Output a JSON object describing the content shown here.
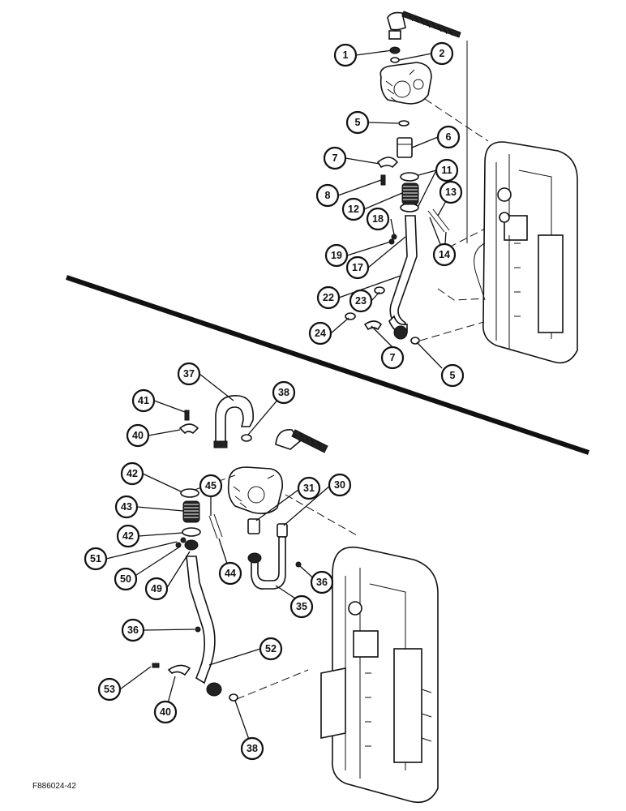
{
  "figure_id": "F886024-42",
  "callouts_upper": [
    "1",
    "2",
    "5",
    "6",
    "7",
    "8",
    "11",
    "12",
    "13",
    "18",
    "19",
    "14",
    "17",
    "22",
    "23",
    "24",
    "7",
    "5"
  ],
  "callouts_lower": [
    "37",
    "38",
    "41",
    "40",
    "42",
    "45",
    "31",
    "30",
    "43",
    "42",
    "51",
    "50",
    "49",
    "44",
    "36",
    "35",
    "36",
    "52",
    "53",
    "40",
    "38"
  ]
}
